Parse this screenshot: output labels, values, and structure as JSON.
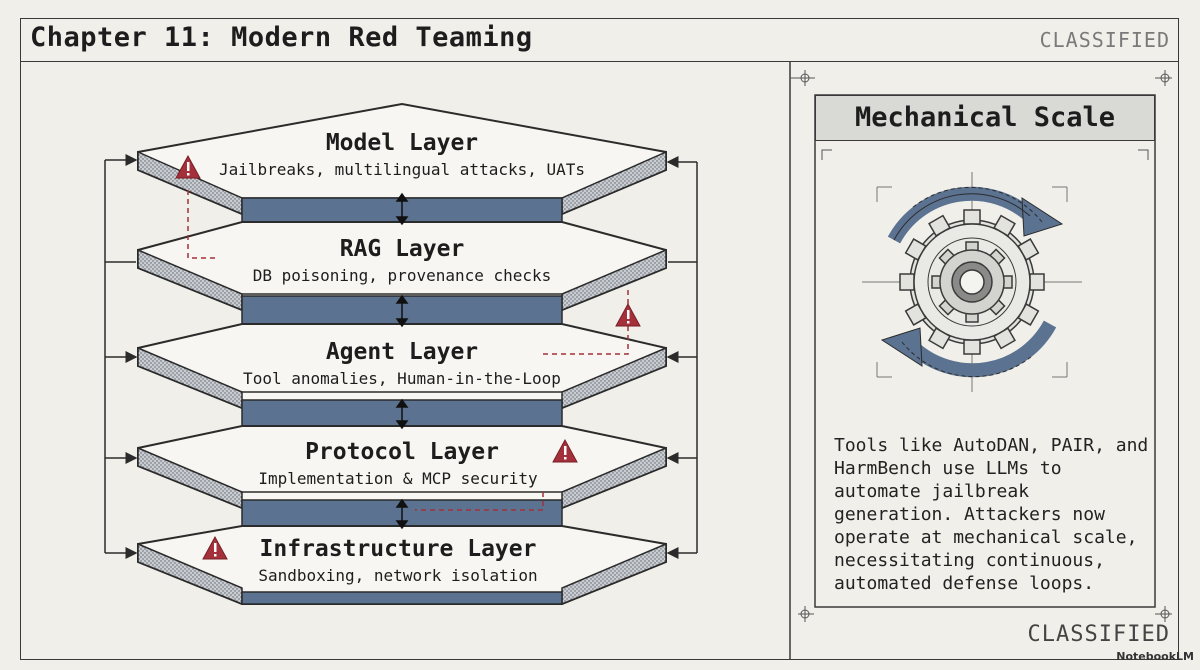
{
  "header": {
    "title": "Chapter 11: Modern Red Teaming",
    "stamp_top": "CLASSIFIED"
  },
  "layers": [
    {
      "title": "Model Layer",
      "subtitle": "Jailbreaks, multilingual attacks, UATs"
    },
    {
      "title": "RAG Layer",
      "subtitle": "DB poisoning, provenance checks"
    },
    {
      "title": "Agent Layer",
      "subtitle": "Tool anomalies, Human-in-the-Loop"
    },
    {
      "title": "Protocol Layer",
      "subtitle": "Implementation & MCP security"
    },
    {
      "title": "Infrastructure Layer",
      "subtitle": "Sandboxing, network isolation"
    }
  ],
  "panel": {
    "title": "Mechanical Scale",
    "body": "Tools like AutoDAN, PAIR, and HarmBench use LLMs to automate jailbreak generation. Attackers now operate at mechanical scale, necessitating continuous, automated defense loops."
  },
  "footer": {
    "stamp_bottom": "CLASSIFIED",
    "brand": "NotebookLM"
  },
  "colors": {
    "background": "#f0efea",
    "connector": "#5b7290",
    "warning": "#a3303a",
    "ink": "#2b2b2b"
  }
}
